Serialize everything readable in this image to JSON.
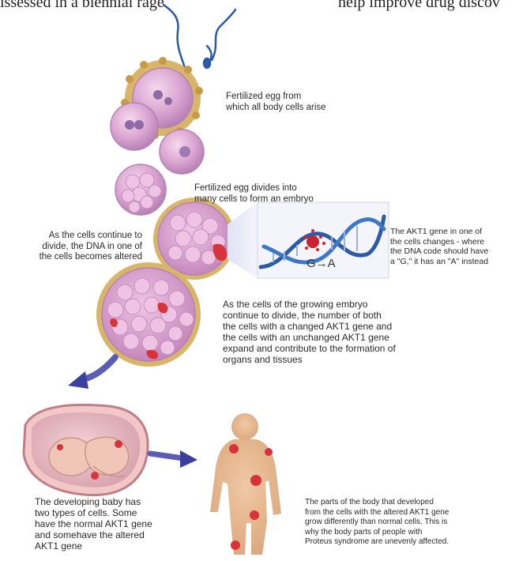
{
  "header_fragments": {
    "left": "issessed in a biennial rage",
    "right": "help improve drug discov"
  },
  "captions": {
    "fertilized_egg": [
      "Fertilized egg from",
      "which all body cells arise"
    ],
    "egg_divides": [
      "Fertilized egg divides into",
      "many cells to form an embryo"
    ],
    "dna_altered": [
      "As the cells continue to",
      "divide, the DNA in one of",
      "the cells becomes altered"
    ],
    "akt1_change": [
      "The AKT1 gene in one of",
      "the cells changes - where",
      "the DNA code should have",
      "a \"G,\" it has an \"A\" instead"
    ],
    "mutation_label": "G→A",
    "embryo_growth": [
      "As the cells of the growing embryo",
      "continue to divide, the number of both",
      "the cells with a changed AKT1 gene and",
      "the cells with an unchanged AKT1 gene",
      "expand and contribute to the formation of",
      "organs and tissues"
    ],
    "two_cell_types": [
      "The developing baby has",
      "two types of cells. Some",
      "have the normal AKT1 gene",
      "and somehave the altered",
      "AKT1 gene"
    ],
    "uneven_growth": [
      "The parts of the body that developed",
      "from the cells with the altered AKT1 gene",
      "grow differently than normal cells. This is",
      "why the body parts of people with",
      "Proteus syndrome are unevenly affected."
    ]
  },
  "colors": {
    "cell_fill": "#d9a3cf",
    "cell_outline": "#b48ab5",
    "mutant_cell": "#d8333a",
    "egg_corona": "#d9b56a",
    "dna_blue": "#2a5aa8",
    "arrow": "#3b3f9e",
    "body_skin": "#e7b98e"
  }
}
